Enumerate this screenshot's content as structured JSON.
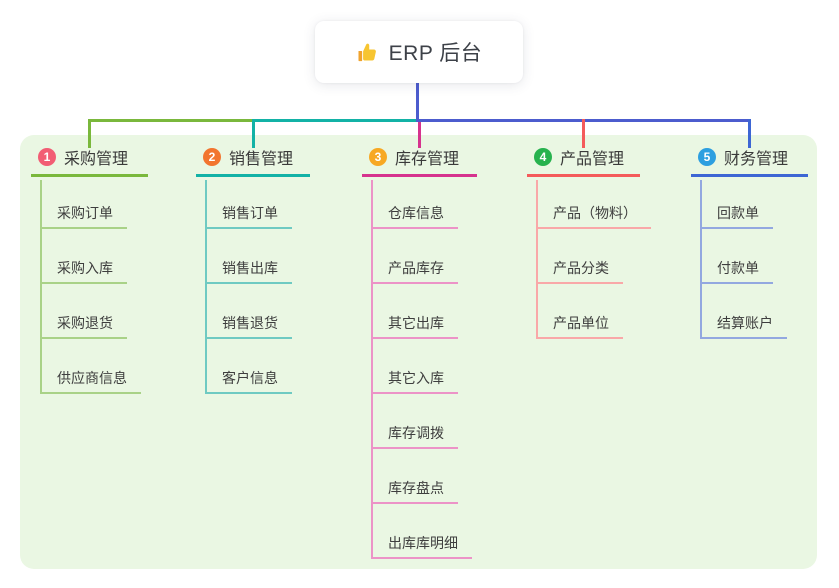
{
  "root": {
    "label": "ERP 后台",
    "icon": "thumbs-up-icon"
  },
  "canvas": {
    "background_color": "#ffffff",
    "panel_color": "#eaf7e3",
    "trunk_color": "#4c5cce"
  },
  "branches": [
    {
      "index": "1",
      "label": "采购管理",
      "badge_color": "#f25d74",
      "line_color": "#7ab83c",
      "sub_line_color": "#a9d287",
      "items": [
        "采购订单",
        "采购入库",
        "采购退货",
        "供应商信息"
      ]
    },
    {
      "index": "2",
      "label": "销售管理",
      "badge_color": "#f2752f",
      "line_color": "#13b2a6",
      "sub_line_color": "#6fcac2",
      "items": [
        "销售订单",
        "销售出库",
        "销售退货",
        "客户信息"
      ]
    },
    {
      "index": "3",
      "label": "库存管理",
      "badge_color": "#f7a823",
      "line_color": "#d6338e",
      "sub_line_color": "#ec93c7",
      "items": [
        "仓库信息",
        "产品库存",
        "其它出库",
        "其它入库",
        "库存调拨",
        "库存盘点",
        "出库库明细"
      ]
    },
    {
      "index": "4",
      "label": "产品管理",
      "badge_color": "#27b24e",
      "line_color": "#f45b5b",
      "sub_line_color": "#f9a8a8",
      "items": [
        "产品（物料）",
        "产品分类",
        "产品单位"
      ]
    },
    {
      "index": "5",
      "label": "财务管理",
      "badge_color": "#2d9fe0",
      "line_color": "#3d66d4",
      "sub_line_color": "#93a8e0",
      "items": [
        "回款单",
        "付款单",
        "结算账户"
      ]
    }
  ]
}
